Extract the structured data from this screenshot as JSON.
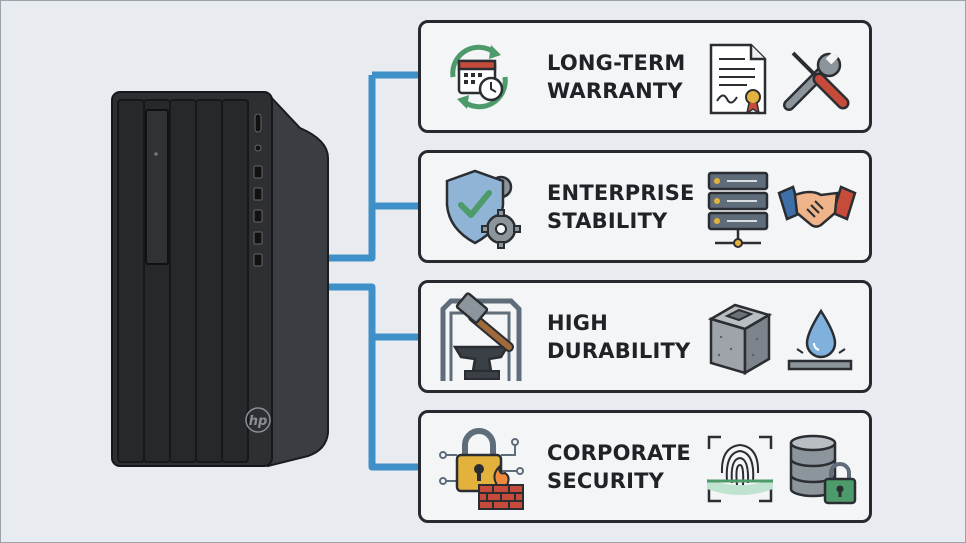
{
  "tower": {
    "brand_logo": "hp"
  },
  "features": [
    {
      "id": "warranty",
      "line1": "LONG-TERM",
      "line2": "WARRANTY",
      "icons": [
        "calendar-clock-refresh-icon",
        "certificate-document-icon",
        "wrench-screwdriver-icon"
      ]
    },
    {
      "id": "stability",
      "line1": "ENTERPRISE",
      "line2": "STABILITY",
      "icons": [
        "shield-gear-icon",
        "server-rack-icon",
        "handshake-icon"
      ]
    },
    {
      "id": "durability",
      "line1": "HIGH",
      "line2": "DURABILITY",
      "icons": [
        "hammer-anvil-icon",
        "concrete-block-icon",
        "water-drop-surface-icon"
      ]
    },
    {
      "id": "security",
      "line1": "CORPORATE",
      "line2": "SECURITY",
      "icons": [
        "padlock-firewall-icon",
        "fingerprint-scan-icon",
        "database-lock-icon"
      ]
    }
  ],
  "colors": {
    "connector": "#3f8fc8",
    "card_border": "#26292d",
    "card_fill": "#f3f5f7",
    "tower_body": "#2b2d30",
    "accent_green": "#4d9a6a",
    "accent_red": "#c74b3b",
    "accent_gold": "#e2b23c"
  }
}
